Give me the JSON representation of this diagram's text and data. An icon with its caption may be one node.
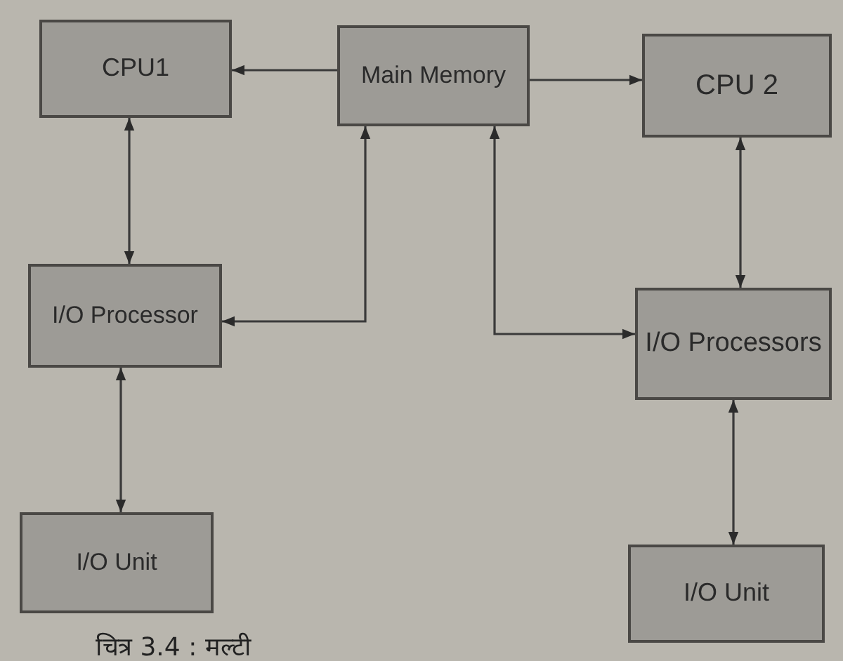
{
  "diagram": {
    "caption": "चित्र 3.4 : मल्टी",
    "nodes": [
      {
        "text": [
          "CPU1"
        ]
      },
      {
        "text": [
          "Main Memory"
        ]
      },
      {
        "text": [
          "CPU 2"
        ]
      },
      {
        "text": [
          "I/O Processor"
        ]
      },
      {
        "text": [
          "I/O Processors"
        ]
      },
      {
        "text": [
          "I/O Unit"
        ]
      },
      {
        "text": [
          "I/O Unit"
        ]
      }
    ],
    "edges": [
      {
        "from": 1,
        "to": 0,
        "arrow": "to"
      },
      {
        "from": 1,
        "to": 2,
        "arrow": "to"
      },
      {
        "from": 0,
        "to": 3,
        "arrow": "both"
      },
      {
        "from": 1,
        "to": 3,
        "arrow": "both"
      },
      {
        "from": 1,
        "to": 4,
        "arrow": "both"
      },
      {
        "from": 2,
        "to": 4,
        "arrow": "both"
      },
      {
        "from": 3,
        "to": 5,
        "arrow": "both"
      },
      {
        "from": 4,
        "to": 6,
        "arrow": "both"
      }
    ]
  }
}
